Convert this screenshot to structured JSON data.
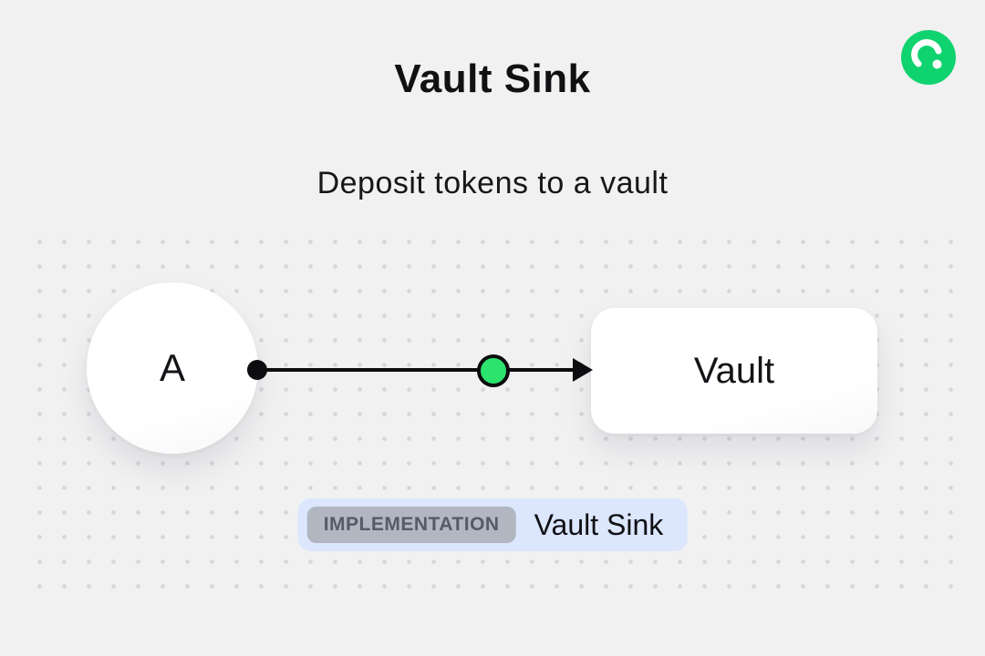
{
  "page": {
    "title": "Vault Sink",
    "subtitle": "Deposit tokens to a vault"
  },
  "diagram": {
    "node_a": "A",
    "vault": "Vault",
    "badge_tag": "IMPLEMENTATION",
    "badge_label": "Vault Sink"
  },
  "icons": {
    "logo": "brand-logo-icon"
  },
  "colors": {
    "background": "#f1f1f2",
    "accent_green": "#2be36d",
    "logo_green": "#0fd36e",
    "edge_black": "#0d0d0f",
    "badge_bg": "#dce6fc",
    "tag_bg": "#b1b6c1",
    "tag_text": "#555b68",
    "dot_grid": "#d7d7d9"
  }
}
